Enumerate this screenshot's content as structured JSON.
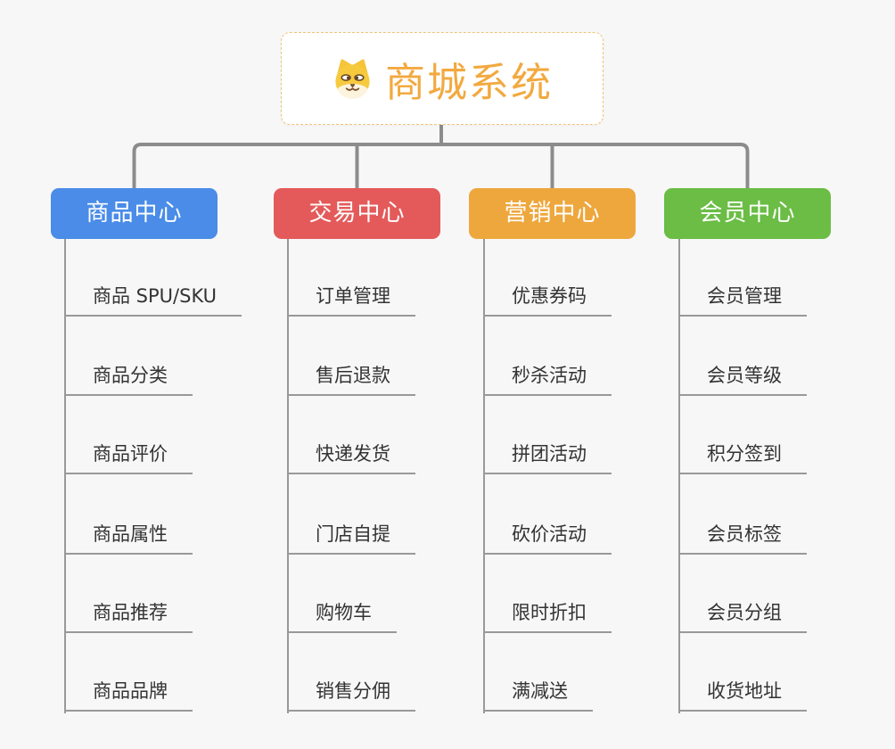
{
  "root": {
    "title": "商城系统",
    "title_color": "#F2A93F",
    "icon": "doge-icon"
  },
  "branches": [
    {
      "label": "商品中心",
      "color": "#4A8CE8",
      "items": [
        "商品 SPU/SKU",
        "商品分类",
        "商品评价",
        "商品属性",
        "商品推荐",
        "商品品牌"
      ]
    },
    {
      "label": "交易中心",
      "color": "#E45A5A",
      "items": [
        "订单管理",
        "售后退款",
        "快递发货",
        "门店自提",
        "购物车",
        "销售分佣"
      ]
    },
    {
      "label": "营销中心",
      "color": "#EEA73D",
      "items": [
        "优惠券码",
        "秒杀活动",
        "拼团活动",
        "砍价活动",
        "限时折扣",
        "满减送"
      ]
    },
    {
      "label": "会员中心",
      "color": "#6BBD45",
      "items": [
        "会员管理",
        "会员等级",
        "积分签到",
        "会员标签",
        "会员分组",
        "收货地址"
      ]
    }
  ],
  "colors": {
    "canvas_background": "#F7F7F7",
    "root_border": "#EFC377",
    "connector_line": "#8C8C8C",
    "leaf_line": "#999999",
    "leaf_text": "#333333",
    "branch_text": "#FFFFFF"
  }
}
